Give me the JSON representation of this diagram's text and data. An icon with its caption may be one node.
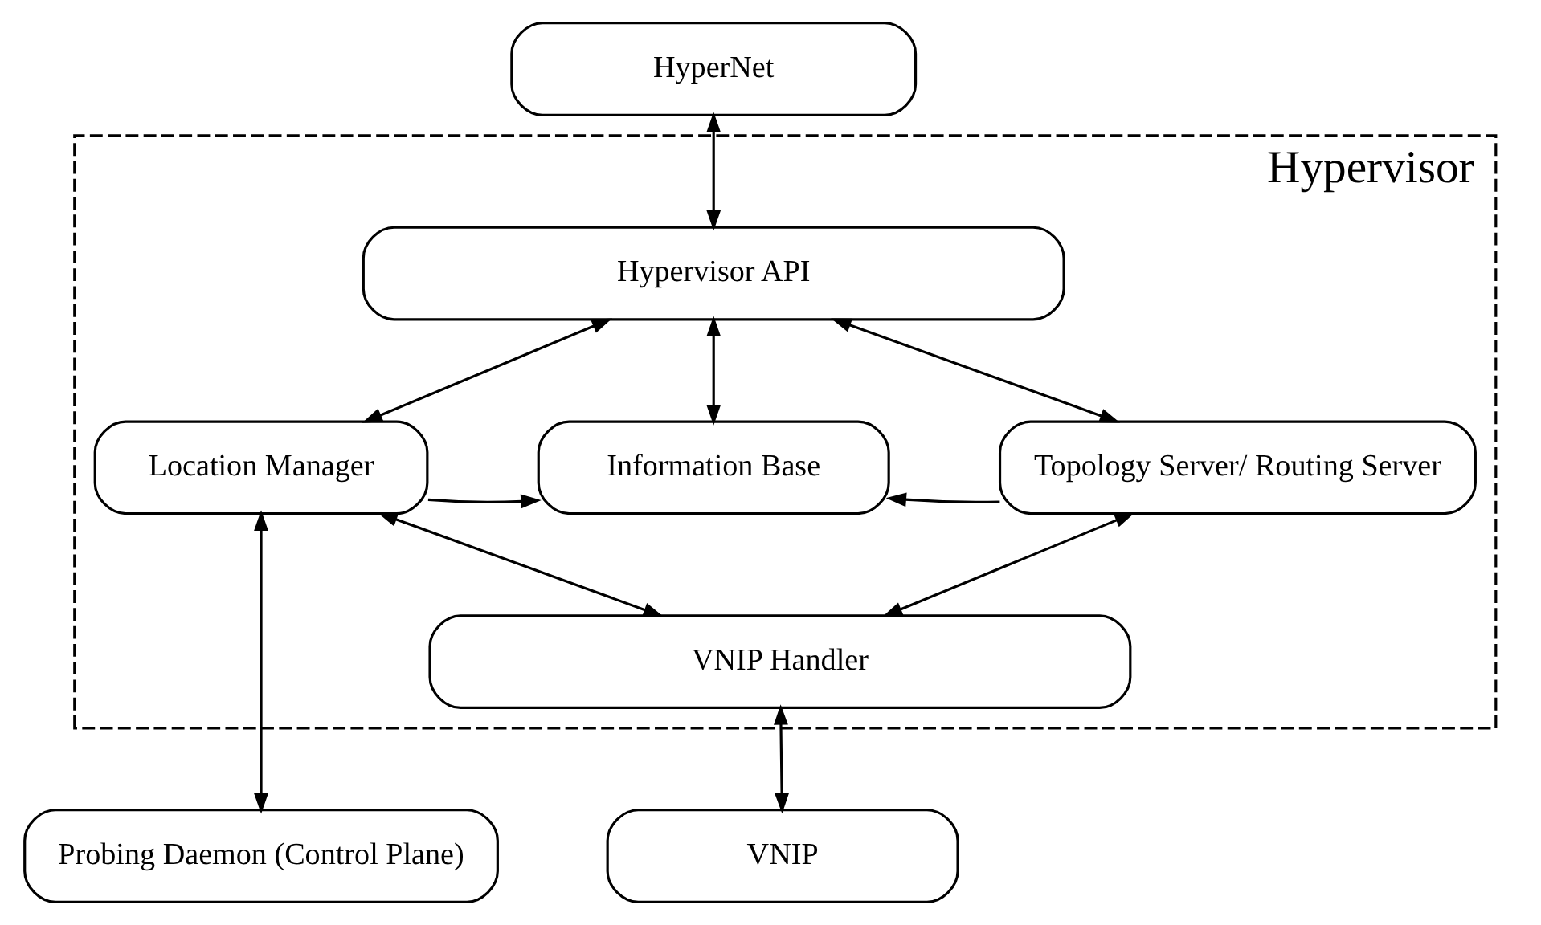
{
  "diagram": {
    "nodes": [
      {
        "text": [
          "HyperNet"
        ]
      },
      {
        "text": [
          "Hypervisor"
        ]
      },
      {
        "text": [
          "Hypervisor API"
        ],
        "in": 1
      },
      {
        "text": [
          "Location Manager"
        ],
        "in": 1
      },
      {
        "text": [
          "Information Base"
        ],
        "in": 1
      },
      {
        "text": [
          "Topology Server/ Routing Server"
        ],
        "in": 1
      },
      {
        "text": [
          "VNIP Handler"
        ],
        "in": 1
      },
      {
        "text": [
          "VNIP"
        ]
      },
      {
        "text": [
          "Probing Daemon (Control Plane)"
        ]
      }
    ],
    "edges": [
      {
        "from": 0,
        "to": 2,
        "arrow": "both"
      },
      {
        "from": 2,
        "to": 3,
        "arrow": "both"
      },
      {
        "from": 2,
        "to": 4,
        "arrow": "both"
      },
      {
        "from": 2,
        "to": 5,
        "arrow": "both"
      },
      {
        "from": 3,
        "to": 4,
        "arrow": "to"
      },
      {
        "from": 5,
        "to": 4,
        "arrow": "to"
      },
      {
        "from": 3,
        "to": 6,
        "arrow": "both"
      },
      {
        "from": 5,
        "to": 6,
        "arrow": "both"
      },
      {
        "from": 6,
        "to": 7,
        "arrow": "both"
      },
      {
        "from": 3,
        "to": 8,
        "arrow": "both"
      }
    ]
  }
}
